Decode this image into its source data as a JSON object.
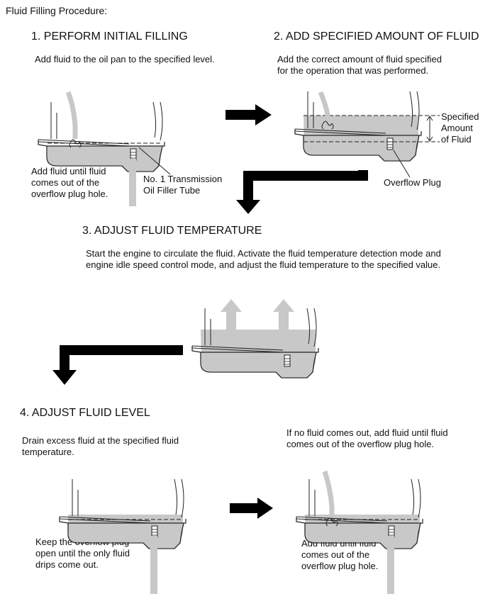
{
  "title": "Fluid Filling Procedure:",
  "steps": [
    {
      "heading": "1. PERFORM INITIAL FILLING",
      "description": "Add fluid to the oil pan to the specified level.",
      "callouts": {
        "left": "Add fluid until fluid\ncomes out of the\noverflow plug hole.",
        "right": "No. 1 Transmission\nOil Filler Tube"
      }
    },
    {
      "heading": "2. ADD SPECIFIED AMOUNT OF FLUID",
      "description": "Add the correct amount of fluid specified\nfor the operation that was performed.",
      "callouts": {
        "amount": "Specified\nAmount\nof Fluid",
        "plug": "Overflow Plug"
      }
    },
    {
      "heading": "3. ADJUST FLUID TEMPERATURE",
      "description": "Start the engine to circulate the fluid. Activate the fluid temperature detection mode and\nengine idle speed control mode, and adjust the fluid temperature to the specified value."
    },
    {
      "heading": "4. ADJUST FLUID LEVEL",
      "description_left": "Drain excess fluid at the specified fluid\ntemperature.",
      "description_right": "If no fluid comes out, add fluid until fluid\ncomes out of the overflow plug hole.",
      "callouts": {
        "left": "Keep the overflow plug\nopen until the only fluid\ndrips come out.",
        "right": "Add fluid until fluid\ncomes out of the\noverflow plug hole."
      }
    }
  ],
  "colors": {
    "fluid": "#c8c8c8",
    "arrow": "#000000",
    "heat_arrow": "#c8c8c8",
    "line": "#222222"
  }
}
